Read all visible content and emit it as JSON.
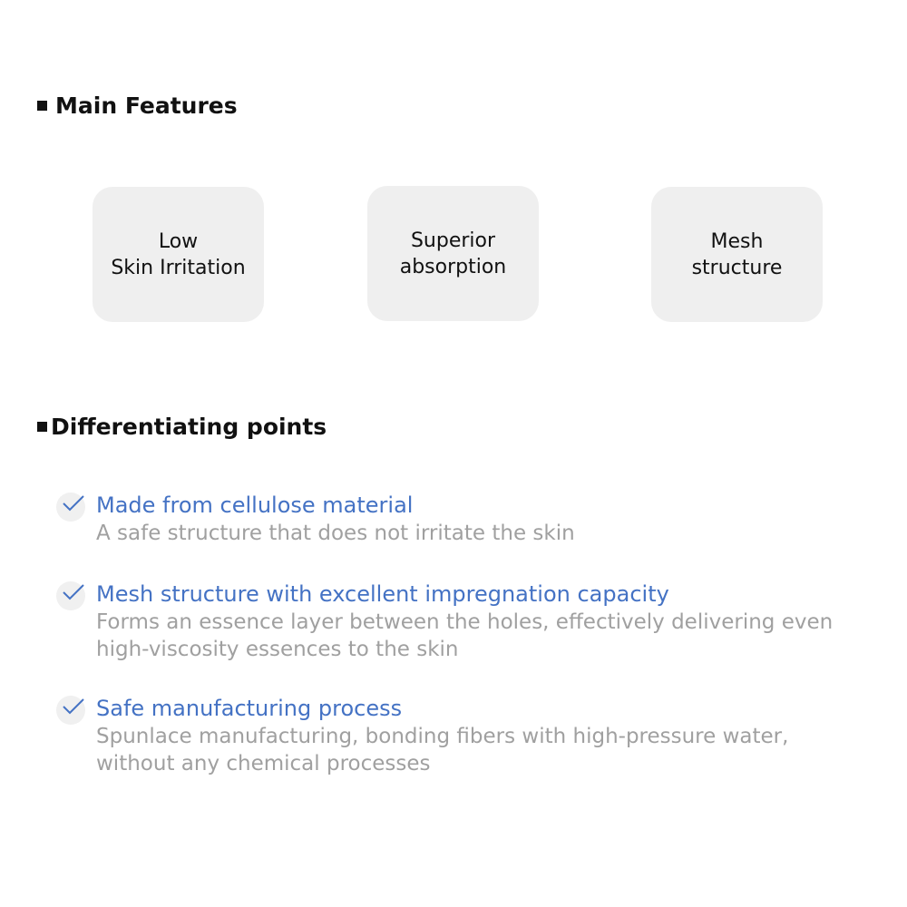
{
  "section1": {
    "title": "Main Features",
    "cards": [
      {
        "line1": "Low",
        "line2": "Skin Irritation"
      },
      {
        "line1": "Superior",
        "line2": "absorption"
      },
      {
        "line1": "Mesh",
        "line2": "structure"
      }
    ]
  },
  "section2": {
    "title": "Differentiating points",
    "items": [
      {
        "title": "Made from cellulose material",
        "desc1": "A safe structure that does not irritate the skin",
        "desc2": ""
      },
      {
        "title": "Mesh structure with excellent impregnation capacity",
        "desc1": "Forms an essence layer between the holes, effectively delivering even",
        "desc2": "high-viscosity essences to the skin"
      },
      {
        "title": "Safe manufacturing process",
        "desc1": "Spunlace manufacturing, bonding fibers with high-pressure water,",
        "desc2": "without any chemical processes"
      }
    ]
  },
  "colors": {
    "accent": "#4472c4",
    "muted": "#a0a0a0"
  }
}
